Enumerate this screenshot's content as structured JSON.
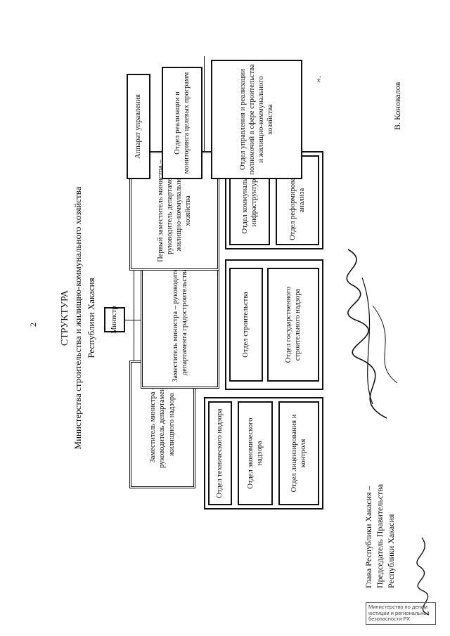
{
  "page_number": "2",
  "title": {
    "line1": "СТРУКТУРА",
    "line2": "Министерства строительства и жилищно-коммунального хозяйства",
    "line3": "Республики Хакасия"
  },
  "chart": {
    "minister": "Министр",
    "deputies": [
      "Заместитель министра – руководитель департамента жилищного надзора",
      "Заместитель министра – руководитель департамента градостроительства",
      "Первый заместитель министра – руководитель департамента жилищно-коммунального хозяйства"
    ],
    "departments_1": [
      "Отдел технического надзора",
      "Отдел экономического надзора",
      "Отдел лицензирования и контроля"
    ],
    "departments_2": [
      "Отдел строительства",
      "Отдел государственного строительного надзора"
    ],
    "departments_3": [
      "Отдел коммунальной инфраструктуры",
      "Отдел реформирования и анализа"
    ],
    "side_units": [
      "Аппарат управления",
      "Отдел реализации и мониторинга целевых программ",
      "Отдел управления и реализации полномочий в сфере строительства и жилищно-коммунального хозяйства"
    ]
  },
  "closing_quote": "».",
  "signature": {
    "line1": "Глава Республики Хакасия –",
    "line2": "Председатель Правительства",
    "line3": "Республики Хакасия",
    "name": "В. Коновалов"
  },
  "stamp": {
    "line1": "Министерство по делам",
    "line2": "юстиции и региональной",
    "line3": "безопасности РХ"
  }
}
